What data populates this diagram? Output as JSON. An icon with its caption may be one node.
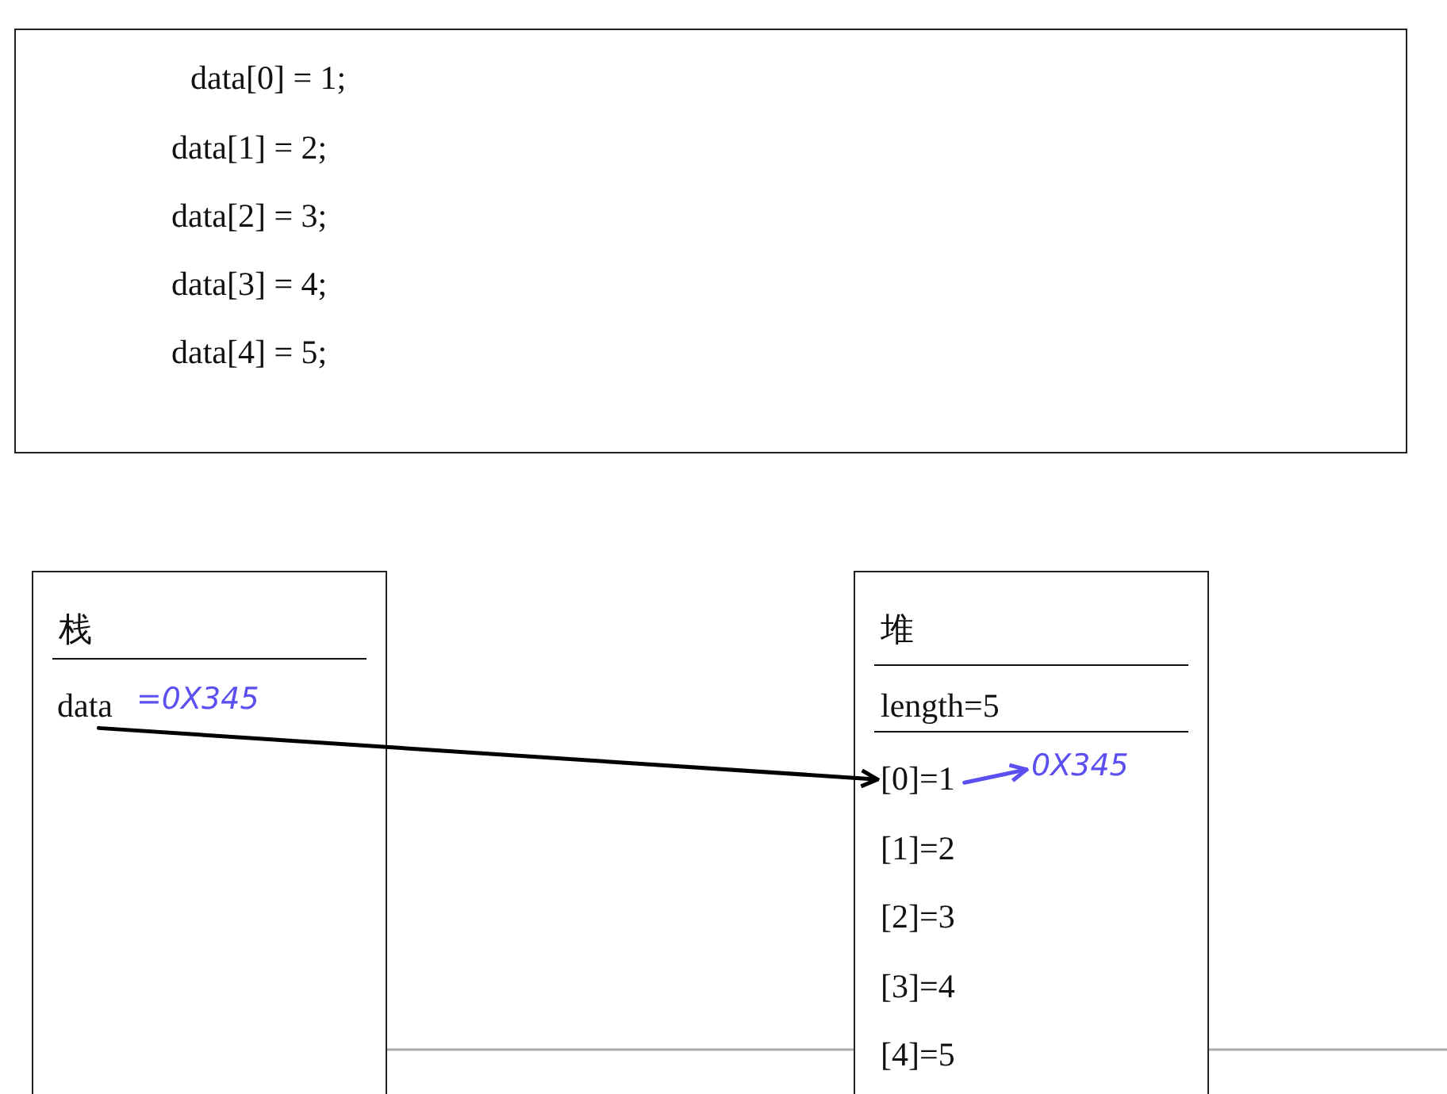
{
  "diagram": {
    "nodes": [
      {
        "text": [
          "data[0] = 1;",
          "data[1] = 2;",
          "data[2] = 3;",
          "data[3] = 4;",
          "data[4] = 5;"
        ]
      },
      {
        "text": [
          "栈"
        ]
      },
      {
        "text": [
          "data"
        ],
        "in": 1,
        "beside": [
          "=0X345"
        ]
      },
      {
        "text": [
          "堆",
          "length=5"
        ]
      },
      {
        "text": [
          "[0]=1"
        ],
        "in": 3
      },
      {
        "text": [
          "[1]=2"
        ],
        "in": 3
      },
      {
        "text": [
          "[2]=3"
        ],
        "in": 3
      },
      {
        "text": [
          "[3]=4"
        ],
        "in": 3
      },
      {
        "text": [
          "[4]=5"
        ],
        "in": 3
      },
      {
        "text": [
          "0X345"
        ],
        "in": 3
      }
    ],
    "edges": [
      {
        "from": 2,
        "to": 4,
        "arrow": "to"
      },
      {
        "from": 4,
        "to": 9,
        "arrow": "to",
        "color": "#5b4ff0"
      }
    ]
  }
}
